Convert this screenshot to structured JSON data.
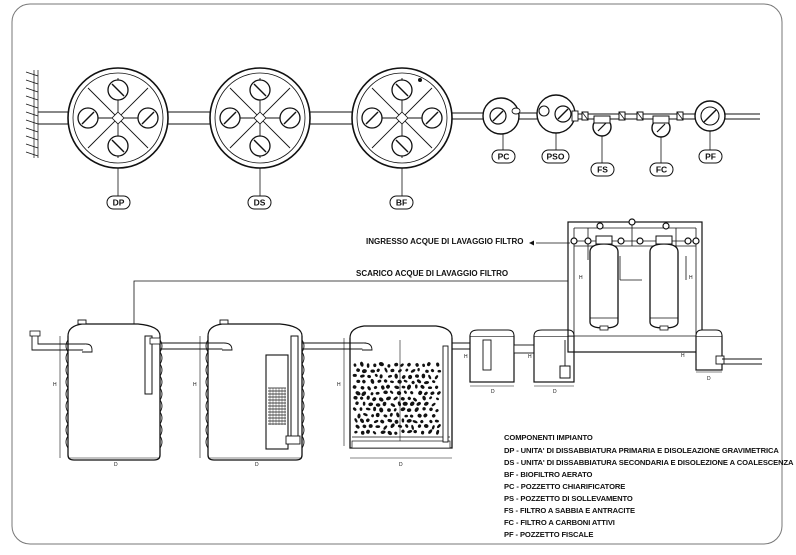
{
  "plan_tags": {
    "dp": "DP",
    "ds": "DS",
    "bf": "BF",
    "pc": "PC",
    "pso": "PSO",
    "fs": "FS",
    "fc": "FC",
    "pf": "PF"
  },
  "pipe_labels": {
    "inlet": "INGRESSO ACQUE DI LAVAGGIO FILTRO",
    "outlet": "SCARICO ACQUE DI LAVAGGIO FILTRO"
  },
  "dimension_letters": {
    "height": "H",
    "diameter": "D"
  },
  "legend": {
    "title": "COMPONENTI IMPIANTO",
    "items": [
      "DP - UNITA' DI DISSABBIATURA PRIMARIA E DISOLEAZIONE GRAVIMETRICA",
      "DS - UNITA' DI DISSABBIATURA SECONDARIA E DISOLEZIONE A COALESCENZA",
      "BF - BIOFILTRO AERATO",
      "PC - POZZETTO CHIARIFICATORE",
      "PS - POZZETTO DI SOLLEVAMENTO",
      "FS - FILTRO A SABBIA E ANTRACITE",
      "FC - FILTRO A CARBONI ATTIVI",
      "PF - POZZETTO FISCALE"
    ]
  }
}
